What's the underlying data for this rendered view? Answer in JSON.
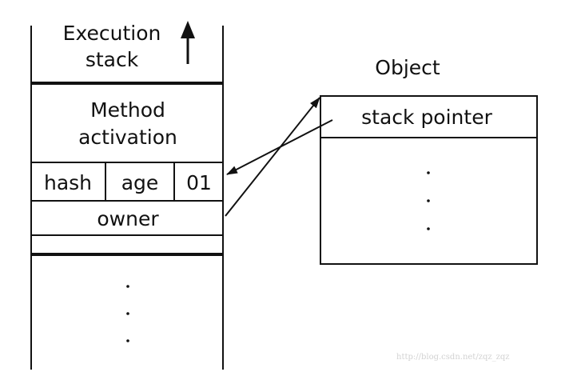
{
  "execution_stack": {
    "title_line1": "Execution",
    "title_line2": "stack",
    "method_activation_line1": "Method",
    "method_activation_line2": "activation",
    "mark_word": {
      "hash": "hash",
      "age": "age",
      "lock_bits": "01"
    },
    "owner": "owner"
  },
  "object": {
    "title": "Object",
    "stack_pointer": "stack pointer"
  },
  "watermark": "http://blog.csdn.net/zqz_zqz"
}
